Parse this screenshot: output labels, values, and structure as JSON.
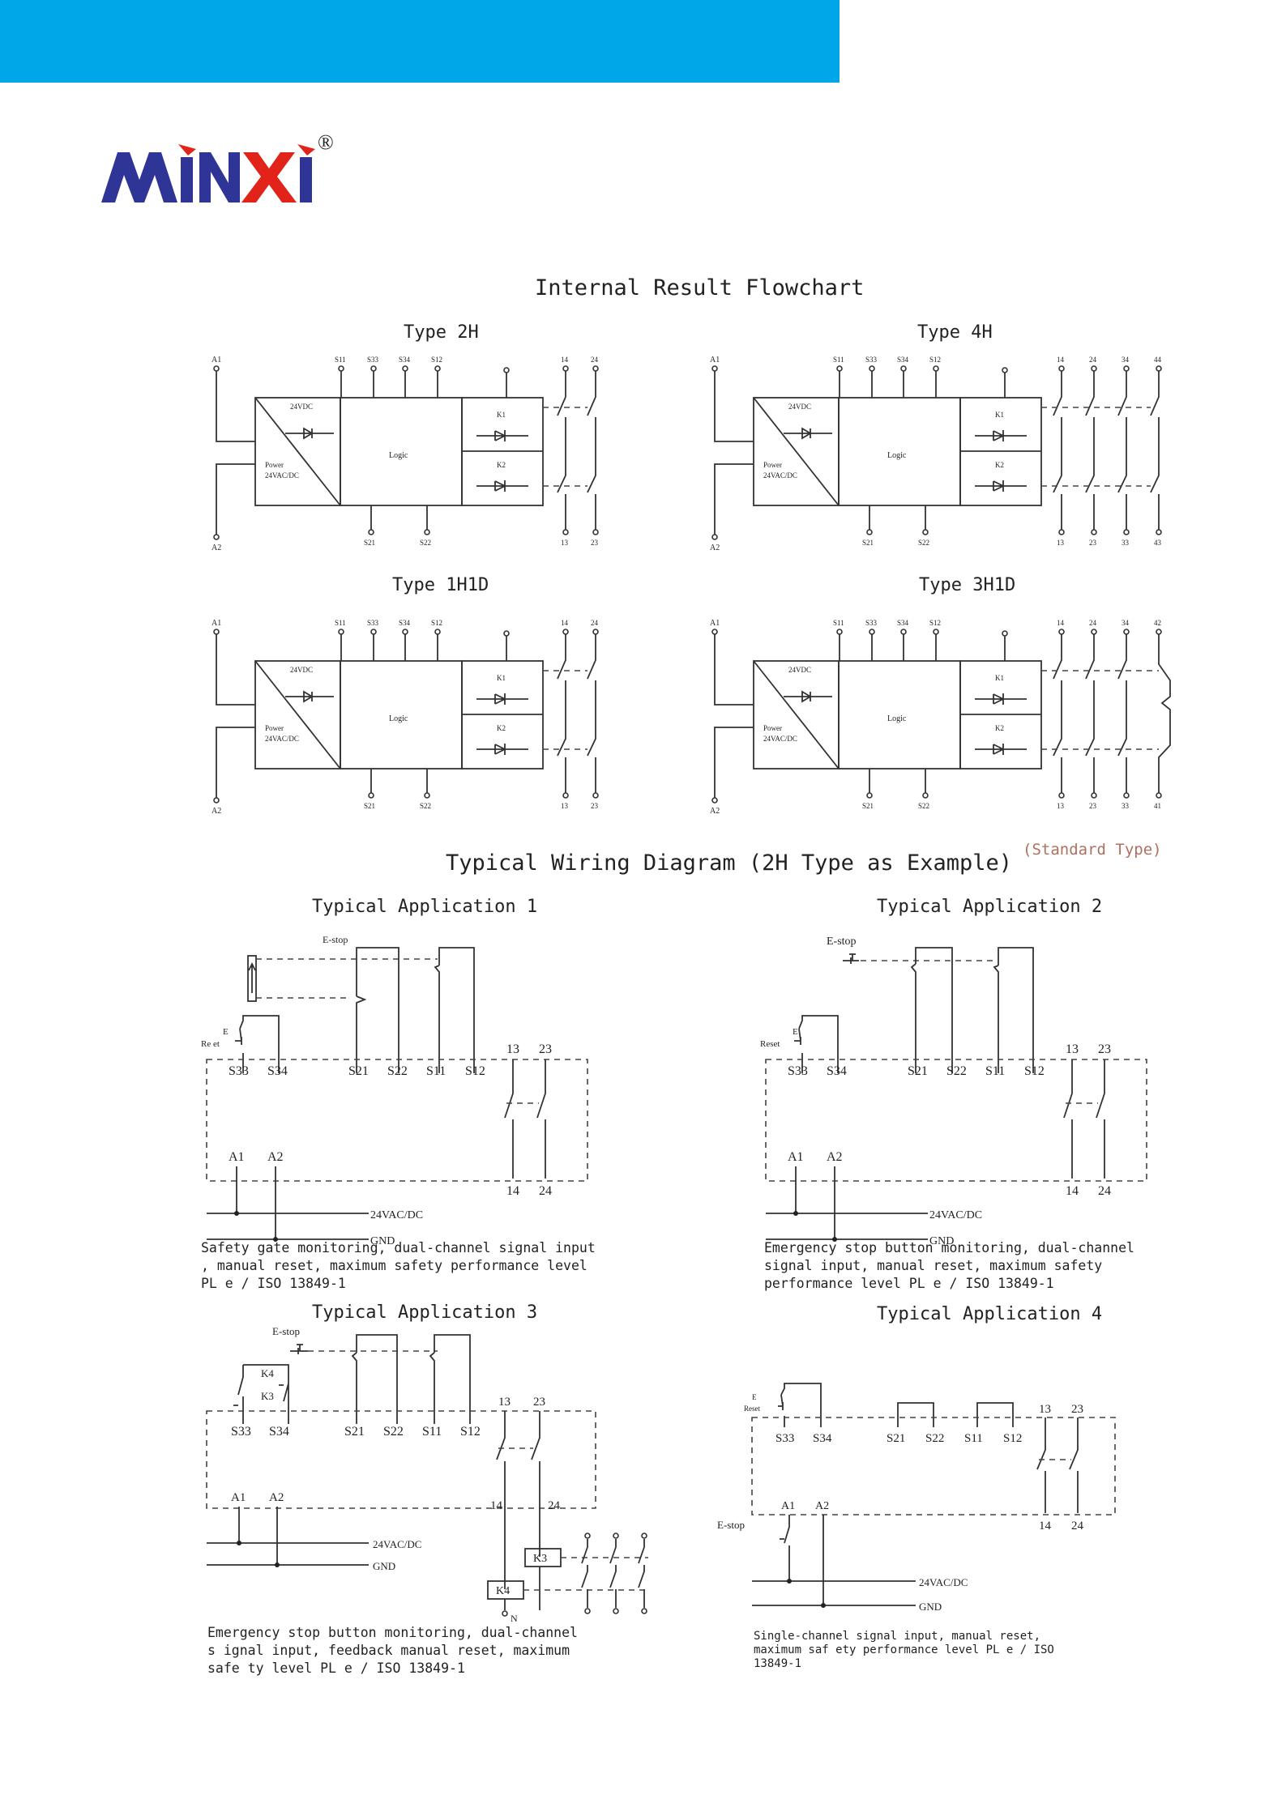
{
  "logo": {
    "text": "MINXI",
    "reg": "®"
  },
  "header": {
    "title": "Safety RelayModule"
  },
  "flowchart": {
    "heading": "Internal Result Flowchart",
    "common": {
      "psu_voltage": "24VDC",
      "power_label": "Power",
      "power_spec": "24VAC/DC",
      "logic": "Logic",
      "k1": "K1",
      "k2": "K2"
    },
    "diagrams": [
      {
        "type": "Type 2H",
        "top": [
          "A1",
          "S11",
          "S33",
          "S34",
          "S12",
          "14",
          "24"
        ],
        "bottom": [
          "A2",
          "S21",
          "S22",
          "13",
          "23"
        ]
      },
      {
        "type": "Type 4H",
        "top": [
          "A1",
          "S11",
          "S33",
          "S34",
          "S12",
          "14",
          "24",
          "34",
          "44"
        ],
        "bottom": [
          "A2",
          "S21",
          "S22",
          "13",
          "23",
          "33",
          "43"
        ]
      },
      {
        "type": "Type 1H1D",
        "top": [
          "A1",
          "S11",
          "S33",
          "S34",
          "S12",
          "14",
          "24"
        ],
        "bottom": [
          "A2",
          "S21",
          "S22",
          "13",
          "23"
        ]
      },
      {
        "type": "Type 3H1D",
        "top": [
          "A1",
          "S11",
          "S33",
          "S34",
          "S12",
          "14",
          "24",
          "34",
          "42"
        ],
        "bottom": [
          "A2",
          "S21",
          "S22",
          "13",
          "23",
          "33",
          "41"
        ]
      }
    ],
    "standard_note": "(Standard Type)"
  },
  "wiring": {
    "heading": "Typical Wiring Diagram (2H Type as Example)",
    "terminals": {
      "s33": "S33",
      "s34": "S34",
      "s21": "S21",
      "s22": "S22",
      "s11": "S11",
      "s12": "S12",
      "t13": "13",
      "t23": "23",
      "t14": "14",
      "t24": "24",
      "a1": "A1",
      "a2": "A2"
    },
    "supply": "24VAC/DC",
    "gnd": "GND",
    "apps": [
      {
        "title": "Typical Application 1",
        "estop": "E-stop",
        "reset_e": "E",
        "reset": "Re et",
        "desc": "Safety gate monitoring, dual-channel signal input , manual reset, maximum safety performance level PL e / ISO 13849-1"
      },
      {
        "title": "Typical Application 2",
        "estop": "E-stop",
        "reset_e": "E",
        "reset": "Reset",
        "desc": "Emergency stop button monitoring, dual-channel signal input, manual reset, maximum safety performance level PL e / ISO 13849-1"
      },
      {
        "title": "Typical Application 3",
        "estop": "E-stop",
        "k4": "K4",
        "k3": "K3",
        "n": "N",
        "desc": "Emergency stop button monitoring, dual-channel s ignal input, feedback manual reset, maximum safe ty level PL e / ISO 13849-1"
      },
      {
        "title": "Typical Application 4",
        "estop": "E-stop",
        "reset_e": "E",
        "reset": "Reset",
        "desc": "Single-channel signal input, manual reset, maximum saf ety performance level PL e / ISO 13849-1"
      }
    ]
  },
  "colors": {
    "banner": "#00a7e8",
    "logo_blue": "#2f3596",
    "logo_red": "#e2231a"
  }
}
